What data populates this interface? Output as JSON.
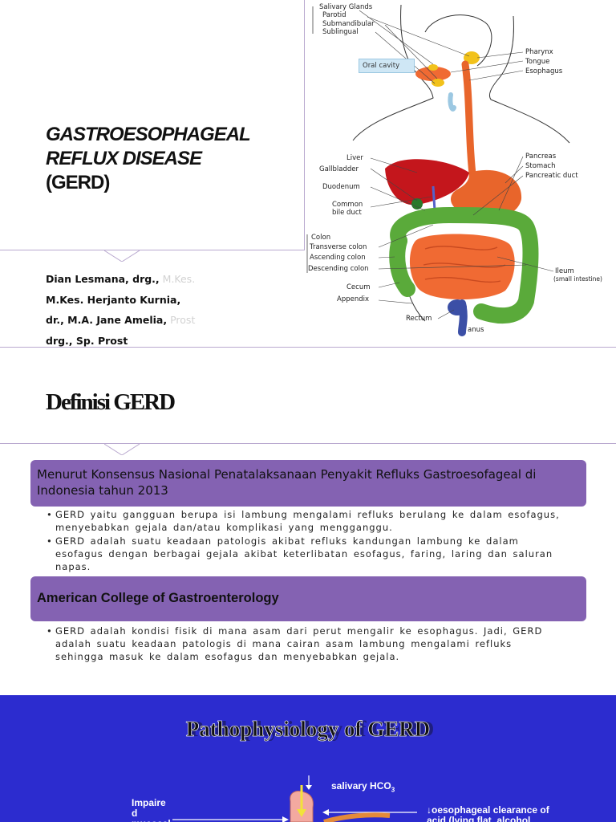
{
  "slide1": {
    "title_line1": "GASTROESOPHAGEAL",
    "title_line2": "REFLUX DISEASE",
    "title_line3": "(GERD)",
    "authors": [
      {
        "text": "Dian Lesmana, drg.,",
        "ghost": " M.Kes."
      },
      {
        "text": "M.Kes.  Herjanto Kurnia,",
        "ghost": ""
      },
      {
        "text": "dr., M.A.  Jane Amelia,",
        "ghost": " Prost"
      },
      {
        "text": "drg., Sp. Prost",
        "ghost": ""
      }
    ],
    "diagram_labels": {
      "salivary_glands": "Salivary Glands",
      "parotid": "Parotid",
      "submandibular": "Submandibular",
      "sublingual": "Sublingual",
      "oral_cavity": "Oral cavity",
      "pharynx": "Pharynx",
      "tongue": "Tongue",
      "esophagus": "Esophagus",
      "liver": "Liver",
      "gallbladder": "Gallbladder",
      "duodenum": "Duodenum",
      "common_bile_duct_1": "Common",
      "common_bile_duct_2": "bile duct",
      "pancreas": "Pancreas",
      "stomach": "Stomach",
      "pancreatic_duct": "Pancreatic duct",
      "colon": "Colon",
      "transverse_colon": "Transverse colon",
      "ascending_colon": "Ascending colon",
      "descending_colon": "Descending colon",
      "ileum": "Ileum",
      "small_intestine": "(small intestine)",
      "cecum": "Cecum",
      "appendix": "Appendix",
      "rectum": "Rectum",
      "anus": "anus"
    },
    "colors": {
      "liver": "#c4161c",
      "stomach": "#e8652b",
      "intestine": "#f06a33",
      "colon": "#5aaa3a",
      "gland": "#f2c21b"
    }
  },
  "slide2": {
    "title": "Definisi GERD",
    "band1": "Menurut Konsensus Nasional Penatalaksanaan Penyakit Refluks Gastroesofageal di Indonesia tahun 2013",
    "bullets1": [
      "GERD yaitu gangguan berupa isi lambung mengalami refluks berulang ke dalam esofagus,  menyebabkan gejala dan/atau komplikasi yang mengganggu.",
      "GERD adalah suatu keadaan patologis akibat refluks kandungan lambung ke dalam esofagus dengan berbagai gejala akibat keterlibatan esofagus, faring, laring dan saluran napas."
    ],
    "band2": "American College of Gastroenterology",
    "bullets2": [
      "GERD adalah kondisi fisik di mana asam dari perut mengalir ke esophagus. Jadi, GERD adalah suatu keadaan patologis di mana cairan asam lambung mengalami refluks sehingga masuk ke dalam esofagus dan menyebabkan gejala."
    ],
    "colors": {
      "band": "#8462b2",
      "border": "#b9a9cf"
    }
  },
  "slide3": {
    "title": "Pathophysiology of GERD",
    "salivary": "salivary HCO",
    "salivary_sub": "3",
    "left_label_1": "Impaire",
    "left_label_2": "d",
    "left_label_3": "mucosal",
    "right_label_1": "↓oesophageal clearance of",
    "right_label_2": "acid (lying flat, alcohol",
    "colors": {
      "background": "#2c2ccf",
      "arrow": "#f2e23a",
      "organ": "#f3a9a0"
    }
  }
}
